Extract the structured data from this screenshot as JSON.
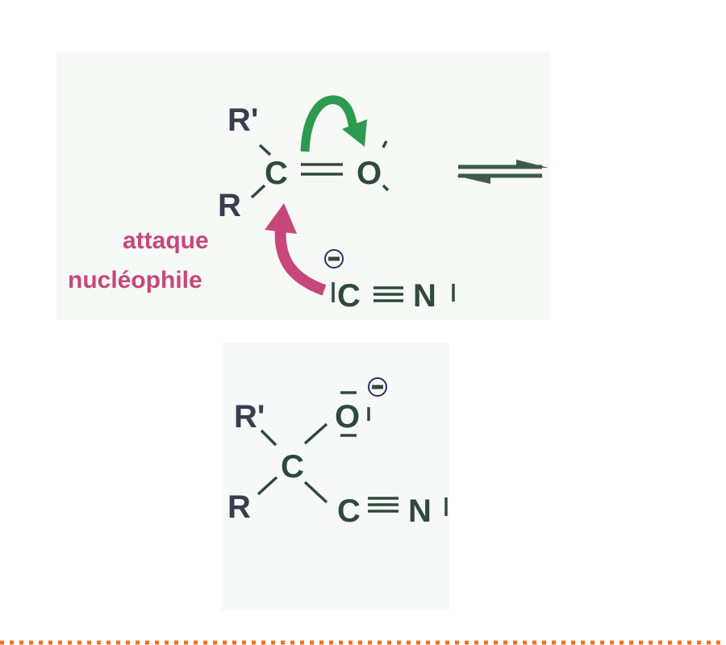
{
  "reactant": {
    "substituent_top": "R'",
    "substituent_bottom": "R",
    "carbon": "C",
    "oxygen": "O",
    "nucleophile_carbon": "C",
    "nucleophile_nitrogen": "N",
    "nucleophile_charge": "−"
  },
  "annotation": {
    "line1": "attaque",
    "line2": "nucléophile"
  },
  "product": {
    "substituent_top": "R'",
    "substituent_bottom": "R",
    "carbon": "C",
    "oxygen": "O",
    "oxygen_charge": "−",
    "nitrile_carbon": "C",
    "nitrile_nitrogen": "N"
  },
  "colors": {
    "attack_arrow": "#c8477a",
    "electron_arrow": "#2e9a4e",
    "divider": "#f07020"
  }
}
